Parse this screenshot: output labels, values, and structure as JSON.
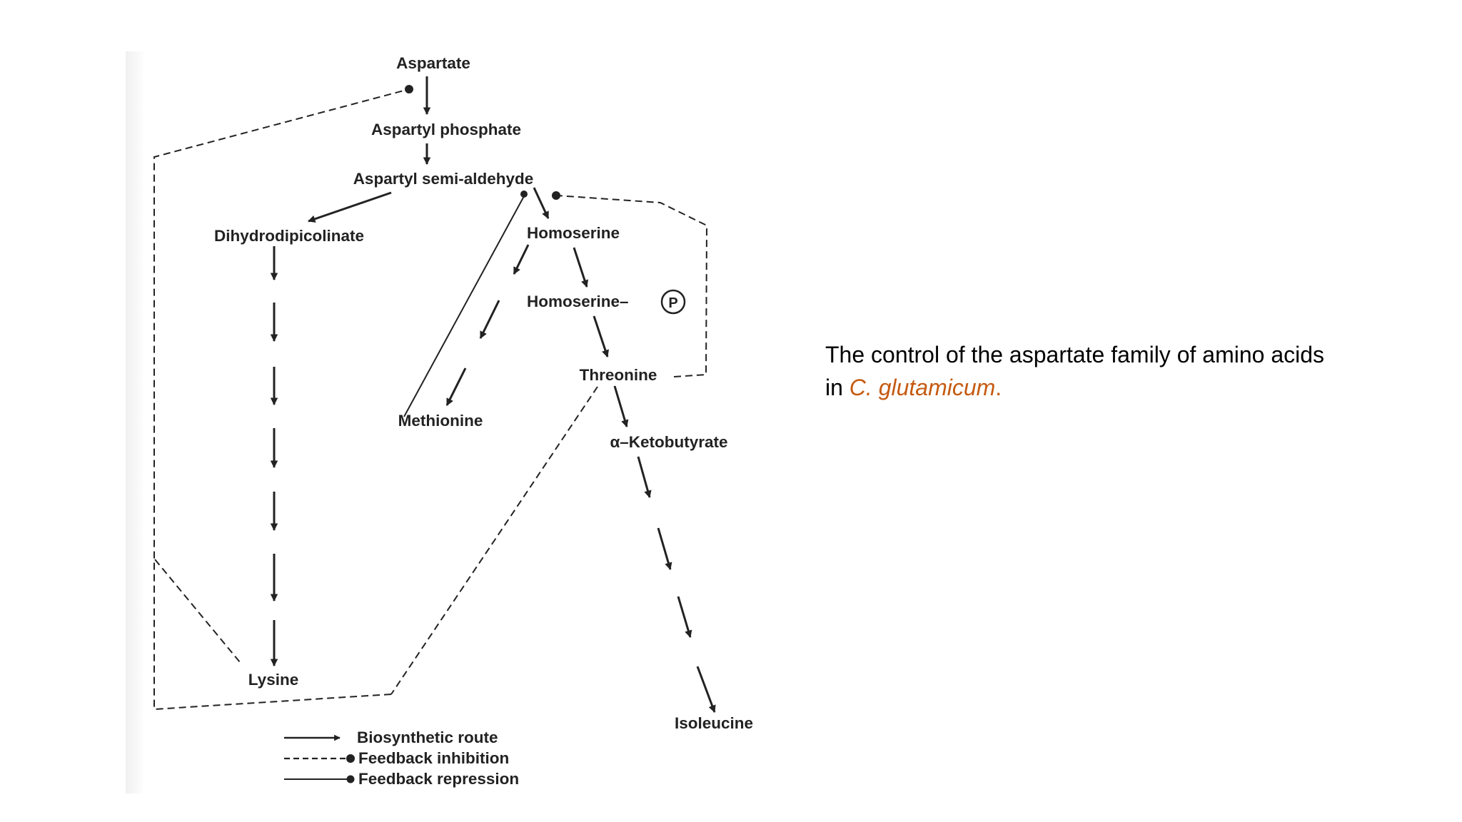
{
  "diagram": {
    "nodes": {
      "aspartate": "Aspartate",
      "aspartyl_phosphate": "Aspartyl phosphate",
      "aspartyl_semialdehyde": "Aspartyl semi-aldehyde",
      "dihydrodipicolinate": "Dihydrodipicolinate",
      "homoserine": "Homoserine",
      "homoserine_p": "Homoserine–",
      "phosphate_symbol": "P",
      "threonine": "Threonine",
      "methionine": "Methionine",
      "ketobutyrate": "α–Ketobutyrate",
      "lysine": "Lysine",
      "isoleucine": "Isoleucine"
    },
    "legend": {
      "biosynthetic": "Biosynthetic route",
      "inhibition": "Feedback inhibition",
      "repression": "Feedback repression"
    },
    "colors": {
      "ink": "#222222",
      "background": "#ffffff"
    }
  },
  "caption": {
    "line1": "The control of the aspartate family of amino acids",
    "line2_prefix": "in ",
    "organism": "C. glutamicum",
    "period": ".",
    "accent_color": "#c55a11"
  }
}
